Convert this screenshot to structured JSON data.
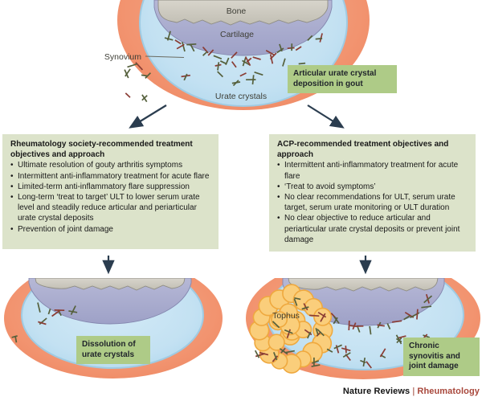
{
  "top_diagram": {
    "bone_label": "Bone",
    "cartilage_label": "Cartilage",
    "synovium_label": "Synovium",
    "urate_crystals_label": "Urate crystals",
    "callout": "Articular urate crystal deposition in gout"
  },
  "left_box": {
    "title": "Rheumatology society-recommended treatment objectives and approach",
    "bullets": [
      "Ultimate resolution of gouty arthritis symptoms",
      "Intermittent anti-inflammatory treatment for acute flare",
      "Limited-term anti-inflammatory flare suppression",
      "Long-term ‘treat to target’ ULT to lower serum urate level and steadily reduce articular and periarticular urate crystal deposits",
      "Prevention of joint damage"
    ]
  },
  "right_box": {
    "title": "ACP-recommended treatment objectives and approach",
    "bullets": [
      "Intermittent anti-inflammatory treatment for acute flare",
      "‘Treat to avoid symptoms’",
      "No clear recommendations for ULT, serum urate target, serum urate monitoring or ULT duration",
      "No clear objective to reduce articular and periarticular urate crystal deposits or prevent joint damage"
    ]
  },
  "bottom_left_diagram": {
    "callout": "Dissolution of urate crystals"
  },
  "bottom_right_diagram": {
    "tophus_label": "Tophus",
    "callout": "Chronic synovitis and joint damage"
  },
  "footer": {
    "journal": "Nature Reviews",
    "separator": "|",
    "specialty": "Rheumatology"
  },
  "colors": {
    "synovium_orange": "#F29470",
    "joint_space_blue": "#C3E1F2",
    "bone_gray": "#CBC8BE",
    "cartilage_lavender": "#ACAFD0",
    "callout_green": "#AECB87",
    "box_green": "#DCE3CA",
    "crystal_green": "#55603C",
    "crystal_red": "#8A3C34",
    "tophus_yellow": "#FACE7B",
    "tophus_outline": "#EFA93F",
    "arrow_navy": "#2B3D4F",
    "footer_red": "#A8473B"
  }
}
